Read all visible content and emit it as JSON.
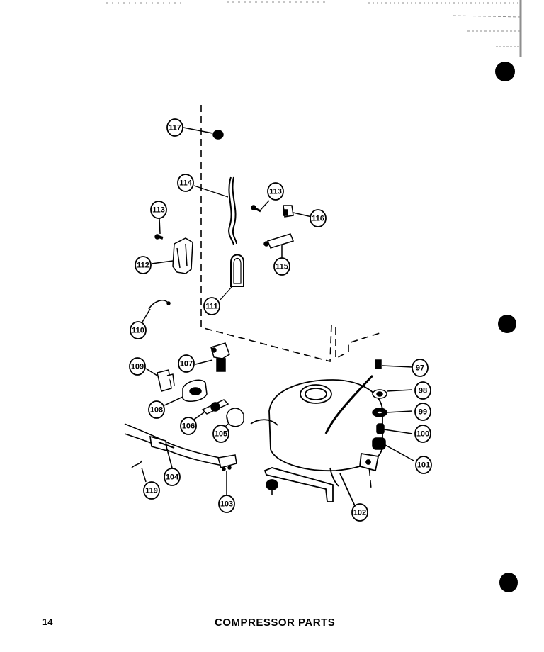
{
  "footer": {
    "page_number": "14",
    "title": "COMPRESSOR PARTS"
  },
  "callouts": [
    {
      "label": "117"
    },
    {
      "label": "114"
    },
    {
      "label": "113"
    },
    {
      "label": "116"
    },
    {
      "label": "113"
    },
    {
      "label": "112"
    },
    {
      "label": "115"
    },
    {
      "label": "111"
    },
    {
      "label": "110"
    },
    {
      "label": "109"
    },
    {
      "label": "107"
    },
    {
      "label": "108"
    },
    {
      "label": "106"
    },
    {
      "label": "105"
    },
    {
      "label": "104"
    },
    {
      "label": "119"
    },
    {
      "label": "103"
    },
    {
      "label": "102"
    },
    {
      "label": "97"
    },
    {
      "label": "98"
    },
    {
      "label": "99"
    },
    {
      "label": "100"
    },
    {
      "label": "101"
    }
  ]
}
